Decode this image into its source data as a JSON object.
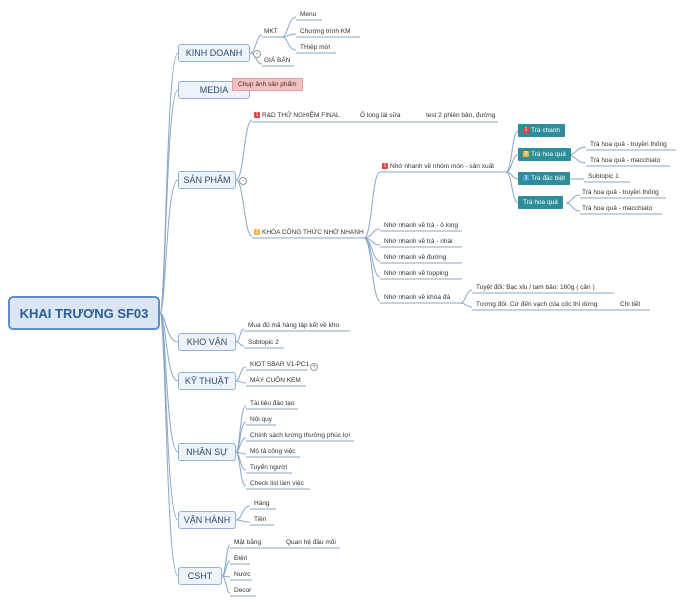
{
  "root": "KHAI TRƯƠNG SF03",
  "branches": {
    "kinh_doanh": {
      "label": "KINH DOANH",
      "mkt": {
        "label": "MKT",
        "items": [
          "Menu",
          "Chương trình KM",
          "THiệp mời"
        ]
      },
      "gia_ban": "GIÁ BÁN"
    },
    "media": {
      "label": "MEDIA",
      "items": [
        "Chụp ảnh sản phẩm"
      ]
    },
    "san_pham": {
      "label": "SẢN PHẨM",
      "rd": {
        "badge": "1",
        "label": "R&D THỬ NGHIỆM FINAL",
        "child": "Ô long lài sữa",
        "grandchild": "test 2 phiên bản, đường"
      },
      "khoa": {
        "badge": "2",
        "label": "KHÓA CÔNG THỨC NHỚ NHANH",
        "nho_mon": {
          "badge": "1",
          "label": "Nhớ nhanh về nhóm món - sản xuất",
          "groups": [
            {
              "badge": "1",
              "label": "Trà chanh",
              "children": []
            },
            {
              "badge": "2",
              "label": "Trà hoa quả",
              "children": [
                "Trà hoa quả - truyền thống",
                "Trà hoa quả - macchiato"
              ]
            },
            {
              "badge": "3",
              "label": "Trà đặc biệt",
              "children": [
                "Subtopic 1"
              ]
            },
            {
              "badge": "",
              "label": "Trà hoa quả",
              "children": [
                "Trà hoa quả - truyền thống",
                "Trà hoa quả - macchiato"
              ]
            }
          ]
        },
        "others": [
          "Nhớ nhanh về trà - ô long",
          "Nhớ nhanh về trà - nhài",
          "Nhớ nhanh về đường",
          "Nhớ nhanh về topping"
        ],
        "khoa_da": {
          "label": "Nhớ nhanh về khóa đá",
          "children": [
            "Tuyệt đối: Bạc xỉu / tam bảo: 160g ( cân )",
            "Tương đối: Cứ đến vạch của cốc thì dừng"
          ],
          "detail": "Chi tiết"
        }
      }
    },
    "kho_van": {
      "label": "KHO VẬN",
      "items": [
        "Mua đủ mã hàng tập kết về kho",
        "Subtopic 2"
      ]
    },
    "ky_thuat": {
      "label": "KỸ THUẬT",
      "items": [
        "KIOT SBAR V1-PC1",
        "MÁY CUỐN KEM"
      ]
    },
    "nhan_su": {
      "label": "NHÂN SỰ",
      "items": [
        "Tài liệu đào tạo",
        "Nội quy",
        "Chính sách lương thưởng phúc lợi",
        "Mô tả công việc",
        "Tuyển người",
        "Check list làm việc"
      ]
    },
    "van_hanh": {
      "label": "VẬN HÀNH",
      "items": [
        "Hàng",
        "Tiền"
      ]
    },
    "csht": {
      "label": "CSHT",
      "mat_bang": "Mặt bằng",
      "quan_he": "Quan hệ đầu mối",
      "items": [
        "Điện",
        "Nước",
        "Decor"
      ]
    }
  },
  "colors": {
    "root_fill": "#dce6f2",
    "root_border": "#5b8fc9",
    "line": "#8aa7c8",
    "underline": "#3f7fc6",
    "teal": "#2f8d9a",
    "pink": "#f5c0c3"
  }
}
